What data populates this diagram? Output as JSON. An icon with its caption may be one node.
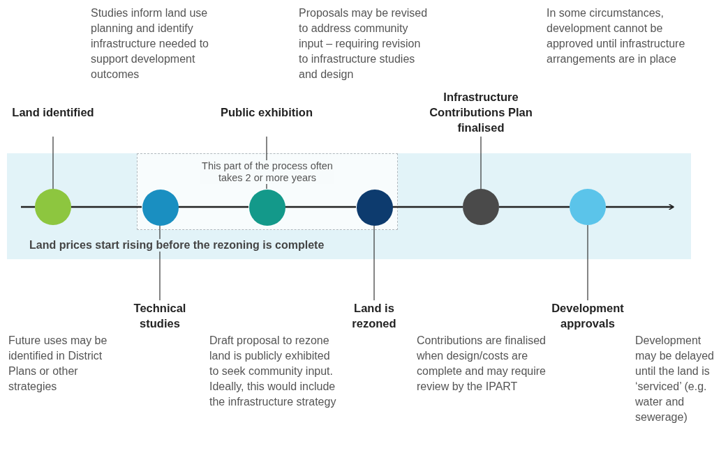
{
  "diagram": {
    "nodes": [
      {
        "text": [
          "Land prices start rising before the rezoning is complete"
        ]
      },
      {
        "text": [
          "This part of the process often takes 2 or more years"
        ],
        "in": 0
      },
      {
        "text": [],
        "shape": "circle",
        "in": 0
      },
      {
        "text": [],
        "shape": "circle",
        "in": 1
      },
      {
        "text": [],
        "shape": "circle",
        "in": 1
      },
      {
        "text": [],
        "shape": "circle",
        "in": 1
      },
      {
        "text": [],
        "shape": "circle",
        "in": 0
      },
      {
        "text": [],
        "shape": "circle",
        "in": 0
      },
      {
        "text": [
          "Land identified"
        ]
      },
      {
        "text": [
          "Public exhibition"
        ]
      },
      {
        "text": [
          "Infrastructure Contributions Plan finalised"
        ]
      },
      {
        "text": [
          "Technical studies"
        ]
      },
      {
        "text": [
          "Land is rezoned"
        ]
      },
      {
        "text": [
          "Development approvals"
        ]
      }
    ],
    "edges": [
      {
        "from": null,
        "to": 2,
        "arrow": "none"
      },
      {
        "from": 2,
        "to": 3,
        "arrow": "none"
      },
      {
        "from": 3,
        "to": 4,
        "arrow": "none"
      },
      {
        "from": 4,
        "to": 5,
        "arrow": "none"
      },
      {
        "from": 5,
        "to": 6,
        "arrow": "none"
      },
      {
        "from": 6,
        "to": 7,
        "arrow": "none"
      },
      {
        "from": 7,
        "to": null,
        "arrow": "to"
      },
      {
        "from": 8,
        "to": 2,
        "arrow": "none"
      },
      {
        "from": 9,
        "to": 4,
        "arrow": "none"
      },
      {
        "from": 10,
        "to": 6,
        "arrow": "none"
      },
      {
        "from": 11,
        "to": 3,
        "arrow": "none"
      },
      {
        "from": 12,
        "to": 5,
        "arrow": "none"
      },
      {
        "from": 13,
        "to": 7,
        "arrow": "none"
      }
    ],
    "labels": [
      "Studies inform land use planning and identify infrastructure needed to support development outcomes",
      "Proposals may be revised to address community input – requiring revision to infrastructure studies and design",
      "In some circumstances, development cannot be approved until infrastructure arrangements are in place",
      "Future uses may be identified in District Plans or other strategies",
      "Draft proposal to rezone land is publicly exhibited to seek community input. Ideally, this would include the infrastructure strategy",
      "Contributions are finalised when design/costs are complete and may require review by the IPART",
      "Development may be delayed until the land is ‘serviced’ (e.g. water and sewerage)"
    ]
  }
}
